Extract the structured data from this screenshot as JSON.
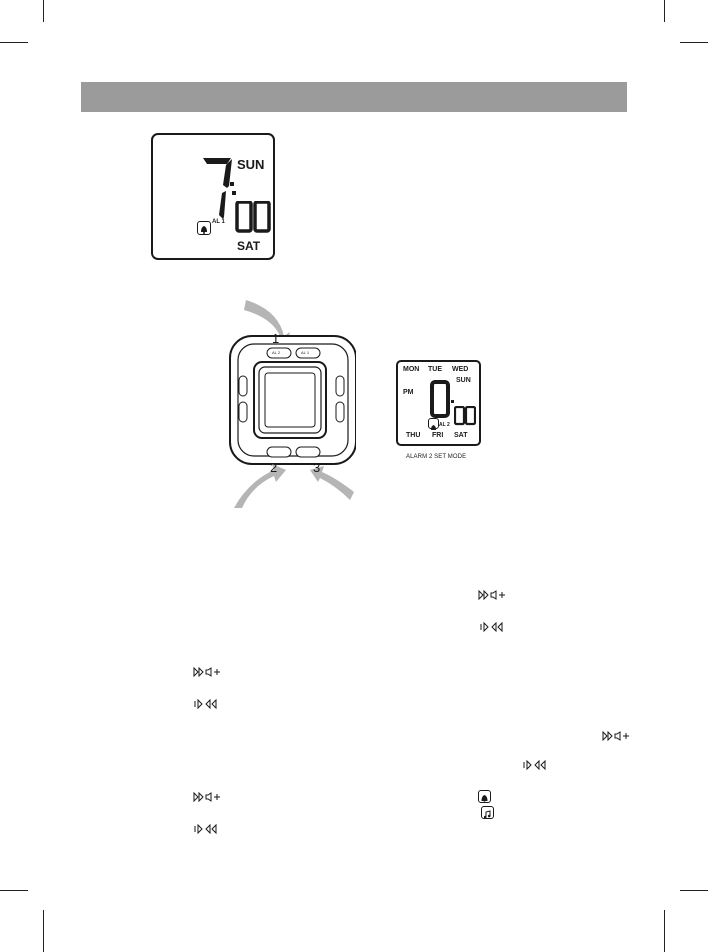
{
  "lcd_main": {
    "day_top": "SUN",
    "day_bottom": "SAT",
    "alarm_label": "AL 1",
    "hour": "7",
    "minutes": "00"
  },
  "lcd_alarm2": {
    "days_top": [
      "MON",
      "TUE",
      "WED"
    ],
    "day_sun": "SUN",
    "pm": "PM",
    "hour": "0",
    "minutes": "00",
    "alarm_label": "AL 2",
    "days_bottom": [
      "THU",
      "FRI",
      "SAT"
    ]
  },
  "callouts": [
    "1",
    "2",
    "3"
  ],
  "device_buttons": {
    "top_left": "AL 2",
    "top_right": "AL 1",
    "bottom_left": "",
    "bottom_right": ""
  },
  "caption": "ALARM 2 SET MODE",
  "icons": {
    "forward_volume": "fast-forward-volume-up-icon",
    "back": "skip-back-icon",
    "bell": "bell-icon",
    "music": "music-note-icon"
  },
  "colors": {
    "header_bar": "#9b9b9b",
    "ink": "#1a1a1a",
    "arrow_gray": "#b5b5b5"
  }
}
